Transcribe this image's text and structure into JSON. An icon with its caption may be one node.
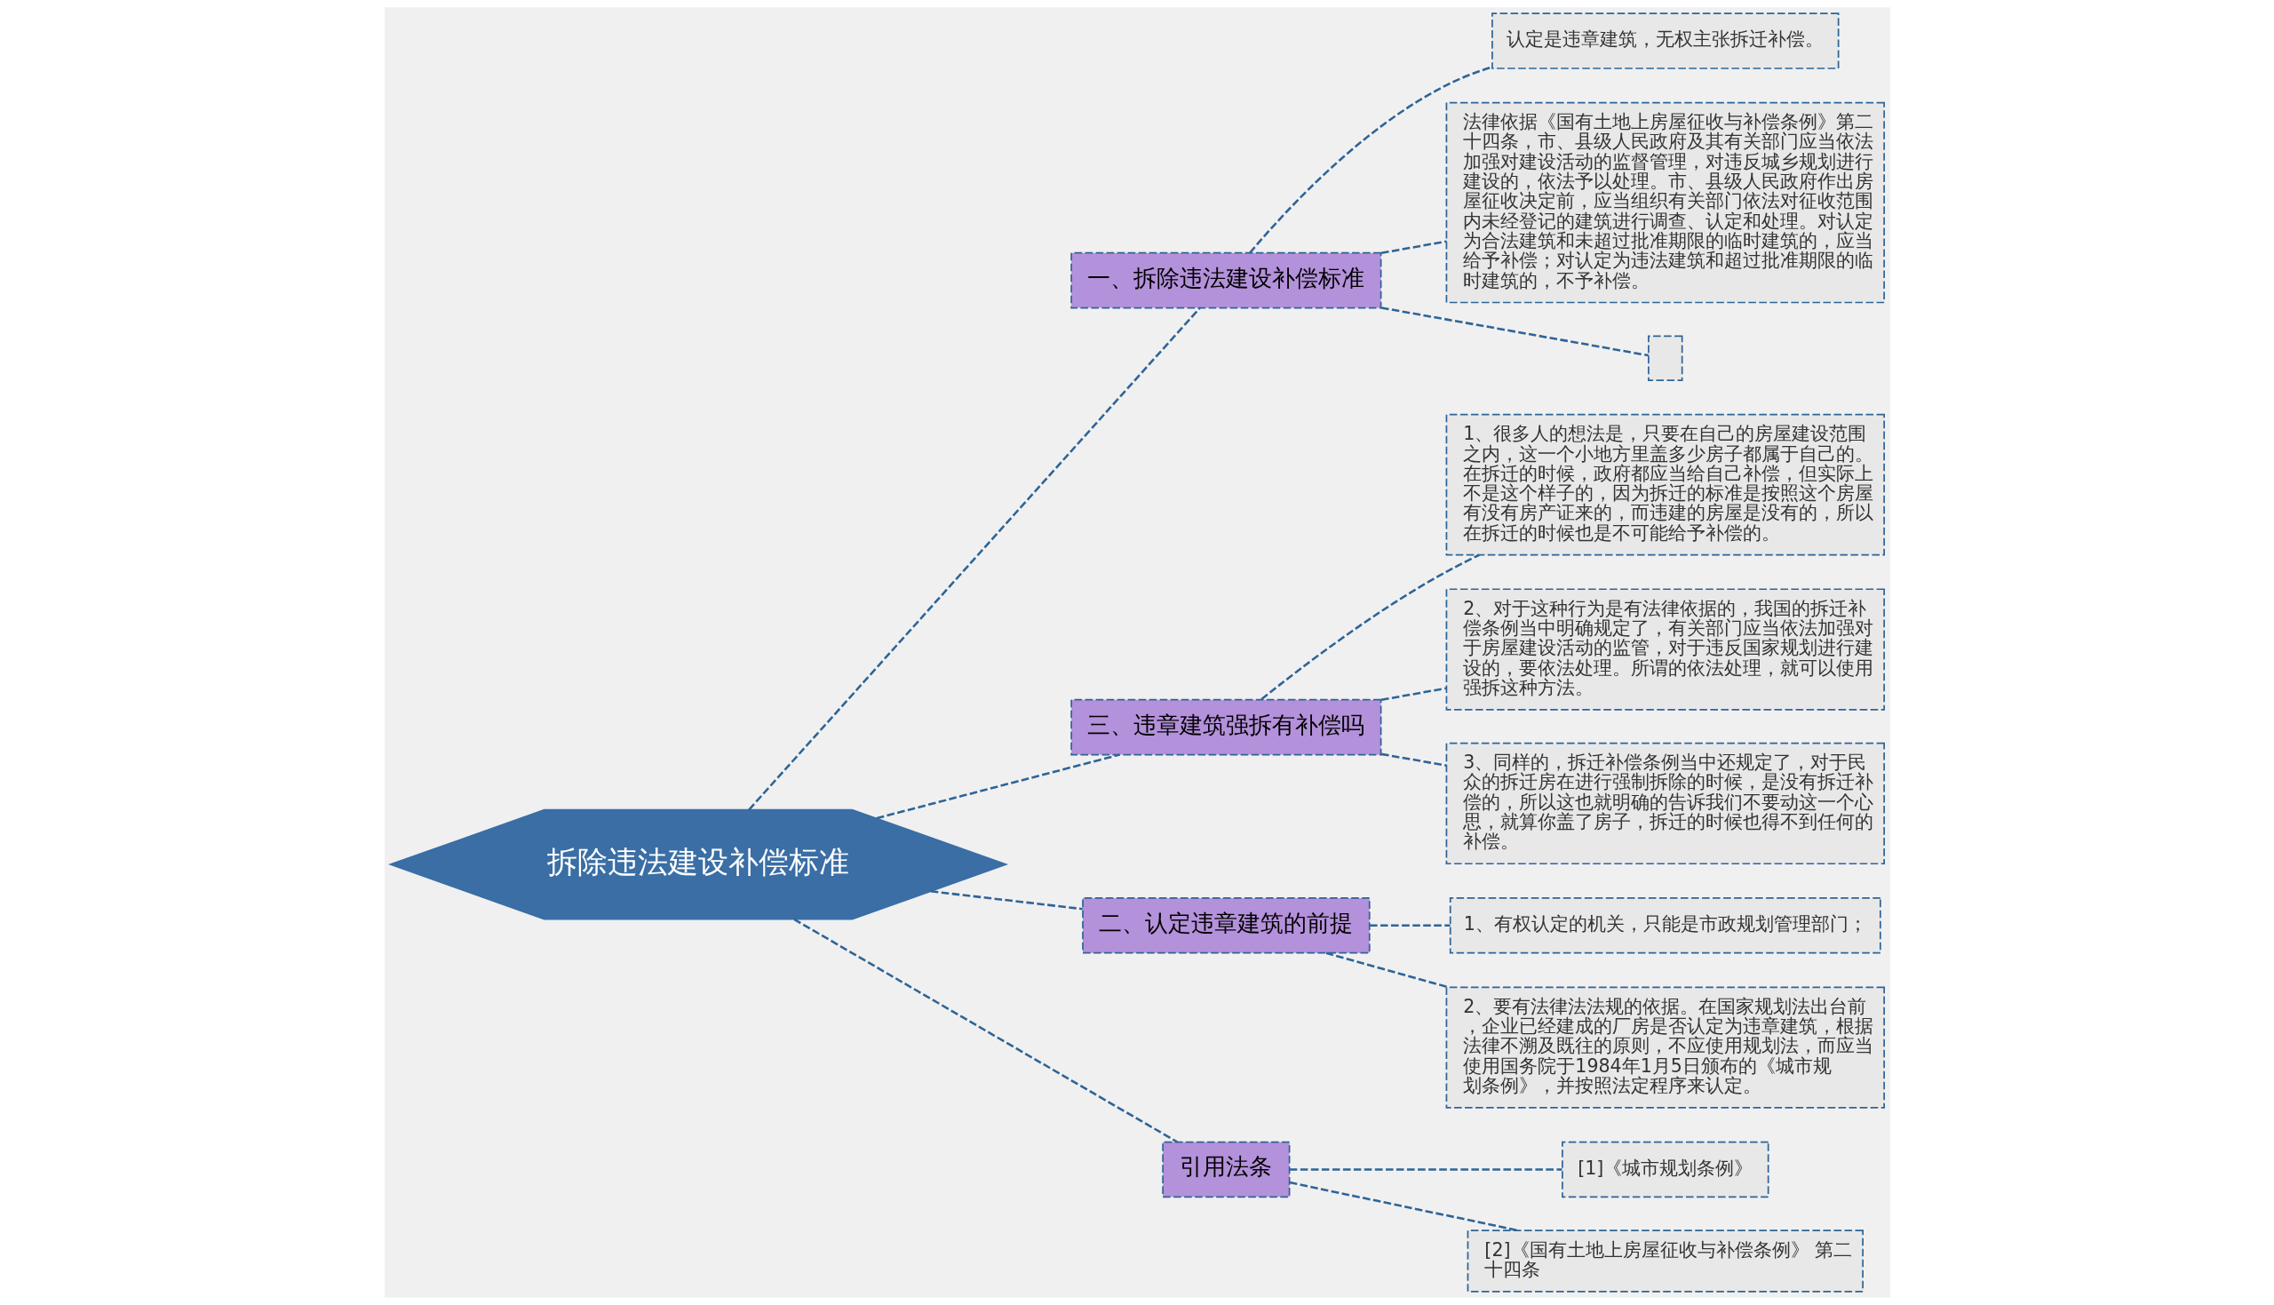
{
  "diagram": {
    "nodes": [
      {
        "text": [
          "拆除违法建设补偿标准"
        ]
      },
      {
        "text": [
          "一、拆除违法建设补偿标准"
        ]
      },
      {
        "text": [
          "认定是违章建筑，无权主张拆迁补偿。"
        ]
      },
      {
        "text": [
          "法律依据《国有土地上房屋征收与补偿条例》第二十四条，市、县级人民政府及其有关部门应当依法加强对建设活动的监督管理，对违反城乡规划进行建设的，依法予以处理。市、县级人民政府作出房屋征收决定前，应当组织有关部门依法对征收范围内未经登记的建筑进行调查、认定和处理。对认定为合法建筑和未超过批准期限的临时建筑的，应当给予补偿；对认定为违法建筑和超过批准期限的临时建筑的，不予补偿。"
        ]
      },
      {
        "text": [],
        "shape": "box"
      },
      {
        "text": [
          "三、违章建筑强拆有补偿吗"
        ]
      },
      {
        "text": [
          "1、很多人的想法是，只要在自己的房屋建设范围之内，这一个小地方里盖多少房子都属于自己的。在拆迁的时候，政府都应当给自己补偿，但实际上不是这个样子的，因为拆迁的标准是按照这个房屋有没有房产证来的，而违建的房屋是没有的，所以在拆迁的时候也是不可能给予补偿的。"
        ]
      },
      {
        "text": [
          "2、对于这种行为是有法律依据的，我国的拆迁补偿条例当中明确规定了，有关部门应当依法加强对于房屋建设活动的监管，对于违反国家规划进行建设的，要依法处理。所谓的依法处理，就可以使用强拆这种方法。"
        ]
      },
      {
        "text": [
          "3、同样的，拆迁补偿条例当中还规定了，对于民众的拆迁房在进行强制拆除的时候，是没有拆迁补偿的，所以这也就明确的告诉我们不要动这一个心思，就算你盖了房子，拆迁的时候也得不到任何的补偿。"
        ]
      },
      {
        "text": [
          "二、认定违章建筑的前提"
        ]
      },
      {
        "text": [
          "1、有权认定的机关，只能是市政规划管理部门；"
        ]
      },
      {
        "text": [
          "2、要有法律法法规的依据。在国家规划法出台前，企业已经建成的厂房是否认定为违章建筑，根据法律不溯及既往的原则，不应使用规划法，而应当使用国务院于1984年1月5日颁布的《城市规划条例》，并按照法定程序来认定。"
        ]
      },
      {
        "text": [
          "引用法条"
        ]
      },
      {
        "text": [
          "[1]《城市规划条例》"
        ]
      },
      {
        "text": [
          "[2]《国有土地上房屋征收与补偿条例》 第二十四条"
        ]
      }
    ],
    "edges": [
      {
        "from": 0,
        "to": 1,
        "arrow": "none",
        "style": "dashed"
      },
      {
        "from": 1,
        "to": 2,
        "arrow": "none",
        "style": "dashed"
      },
      {
        "from": 1,
        "to": 3,
        "arrow": "none",
        "style": "dashed"
      },
      {
        "from": 1,
        "to": 4,
        "arrow": "none",
        "style": "dashed"
      },
      {
        "from": 0,
        "to": 5,
        "arrow": "none",
        "style": "dashed"
      },
      {
        "from": 5,
        "to": 6,
        "arrow": "none",
        "style": "dashed"
      },
      {
        "from": 5,
        "to": 7,
        "arrow": "none",
        "style": "dashed"
      },
      {
        "from": 5,
        "to": 8,
        "arrow": "none",
        "style": "dashed"
      },
      {
        "from": 0,
        "to": 9,
        "arrow": "none",
        "style": "dashed"
      },
      {
        "from": 9,
        "to": 10,
        "arrow": "none",
        "style": "dashed"
      },
      {
        "from": 9,
        "to": 11,
        "arrow": "none",
        "style": "dashed"
      },
      {
        "from": 0,
        "to": 12,
        "arrow": "none",
        "style": "dashed"
      },
      {
        "from": 12,
        "to": 13,
        "arrow": "none",
        "style": "dashed"
      },
      {
        "from": 12,
        "to": 14,
        "arrow": "none",
        "style": "dashed"
      }
    ]
  }
}
